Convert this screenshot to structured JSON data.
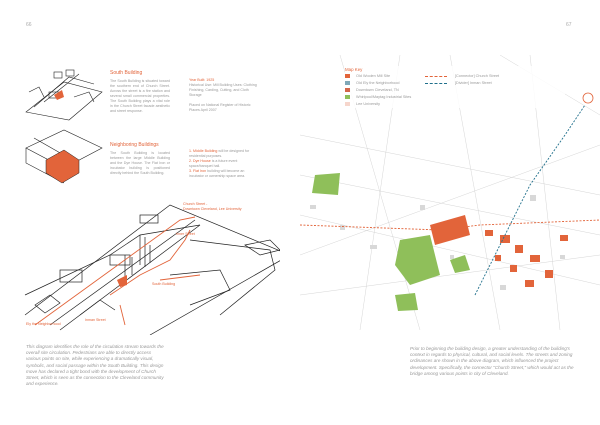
{
  "page_numbers": {
    "left": "66",
    "right": "67"
  },
  "south_building": {
    "title": "South Building",
    "body": "The South Building is situated toward the southern end of Church Street. Across the street is a fire station and several small commercial properties. The South Building plays a vital role in the Church Street facade aesthetic and street response.",
    "year_label": "Year Built: 1925",
    "history": "Historical Use: Mill Building Uses: Clothing Finishing, Carding, Cutting, and Cloth Storage",
    "register": "Placed on National Register of Historic Places April 2007"
  },
  "neighboring_buildings": {
    "title": "Neighboring Buildings",
    "body": "The South Building is located between the large Middle Building and the Dye House. The Flat Iron or incubator building is positioned directly behind the South Building.",
    "items": [
      {
        "num": "1.",
        "name": "Middle Building",
        "text": "will be designed for residential purposes."
      },
      {
        "num": "2.",
        "name": "Dye House",
        "text": "is a future event space/banquet hall."
      },
      {
        "num": "3.",
        "name": "Flat Iron",
        "text": "building will become an incubator or ownership space area."
      }
    ]
  },
  "diagram_labels": {
    "church_street": "Church Street -",
    "church_street_sub": "Downtown Cleveland, Lee University",
    "inner_street": "Inner Street",
    "south_building": "South Building",
    "inman_street": "Inman Street",
    "neighborhood": "Ely the Neighborhood"
  },
  "left_caption": "This diagram identifies the role of the circulation stream towards the overall site circulation. Pedestrians are able to directly access various points on site, while experiencing a dramatically visual, symbolic, and social passage within the South Building. This design move has declared a tight bond with the development of Church Street, which is seen as the connection to the Cleveland community and experience.",
  "map_key": {
    "title": "Map Key",
    "items": [
      {
        "label": "Old Woolen Mill Site",
        "color": "#e2643a"
      },
      {
        "label": "Old Ely the Neighborhood",
        "color": "#7fa8b8"
      },
      {
        "label": "Downtown Cleveland, TN",
        "color": "#d4674a"
      },
      {
        "label": "Whirlpool/Maytag Industrial Sites",
        "color": "#8fbf5a"
      },
      {
        "label": "Lee University",
        "color": "#f6d6cc"
      }
    ],
    "lines": [
      {
        "label": "[Connector] Church Street",
        "color": "#e2643a"
      },
      {
        "label": "[Divider] Inman Street",
        "color": "#1f6f8b"
      }
    ]
  },
  "right_caption": "Prior to beginning the building design, a greater understanding of the building's context in regards to physical, cultural, and social levels. The streets and zoning ordinances are shown in the above diagram, which influenced the project development. Specifically, the connector \"Church Street,\" which would act as the bridge among various points in city of Cleveland."
}
